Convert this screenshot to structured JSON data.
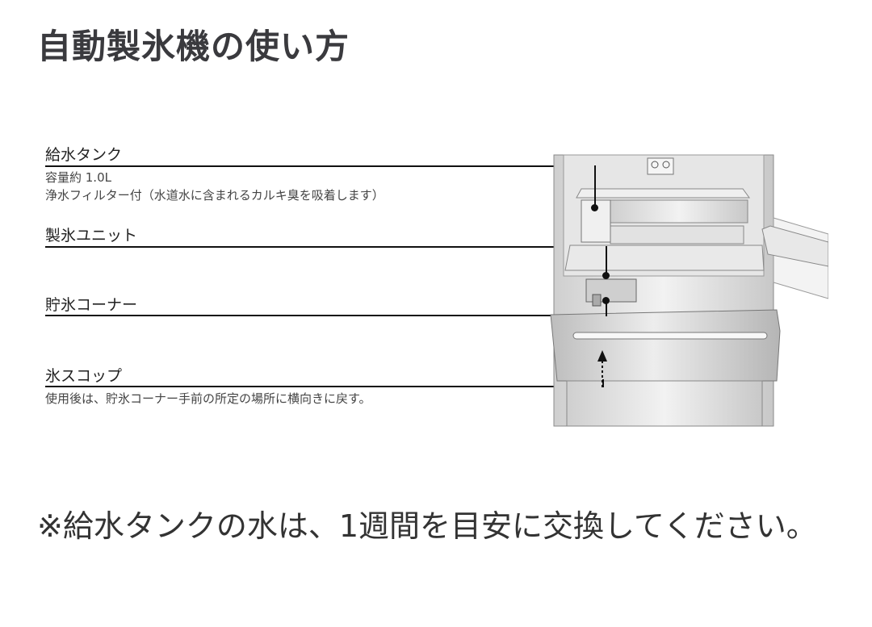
{
  "page": {
    "title": "自動製氷機の使い方"
  },
  "callouts": [
    {
      "label": "給水タンク",
      "details": [
        "容量約 1.0L",
        "浄水フィルター付（水道水に含まれるカルキ臭を吸着します）"
      ]
    },
    {
      "label": "製氷ユニット",
      "details": []
    },
    {
      "label": "貯氷コーナー",
      "details": []
    },
    {
      "label": "氷スコップ",
      "details": [
        "使用後は、貯氷コーナー手前の所定の場所に横向きに戻す。"
      ]
    }
  ],
  "illustration": {
    "subject": "refrigerator-ice-maker-diagram"
  },
  "note": {
    "text": "※給水タンクの水は、1週間を目安に交換してください。"
  },
  "colors": {
    "text": "#333337",
    "leader_line": "#111111",
    "fridge_body": "#d9d9d9",
    "fridge_outline": "#8a8a8a"
  }
}
